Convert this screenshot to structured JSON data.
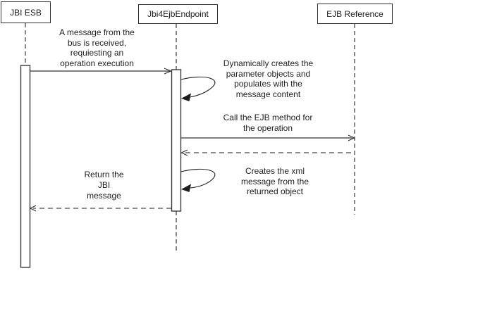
{
  "diagram_type": "uml-sequence",
  "colors": {
    "background": "#ffffff",
    "line": "#333333",
    "dashed_line": "#4a4a4a",
    "text": "#222222"
  },
  "actors": [
    {
      "id": "jbi-esb",
      "label": "JBI ESB"
    },
    {
      "id": "jbi4ejb-endpoint",
      "label": "Jbi4EjbEndpoint"
    },
    {
      "id": "ejb-reference",
      "label": "EJB Reference"
    }
  ],
  "messages": [
    {
      "type": "solid-arrow",
      "from": "jbi-esb",
      "to": "jbi4ejb-endpoint",
      "label": "A message from the\nbus is received,\nrequiesting an\noperation execution"
    },
    {
      "type": "self-call",
      "from": "jbi4ejb-endpoint",
      "to": "jbi4ejb-endpoint",
      "label": "Dynamically creates the\nparameter objects and\npopulates with the\nmessage content"
    },
    {
      "type": "solid-arrow",
      "from": "jbi4ejb-endpoint",
      "to": "ejb-reference",
      "label": "Call the EJB method for\nthe operation"
    },
    {
      "type": "dashed-return",
      "from": "ejb-reference",
      "to": "jbi4ejb-endpoint",
      "label": ""
    },
    {
      "type": "self-call",
      "from": "jbi4ejb-endpoint",
      "to": "jbi4ejb-endpoint",
      "label": "Creates the xml\nmessage from the\nreturned object"
    },
    {
      "type": "dashed-return",
      "from": "jbi4ejb-endpoint",
      "to": "jbi-esb",
      "label": "Return the\nJBI\nmessage"
    }
  ]
}
